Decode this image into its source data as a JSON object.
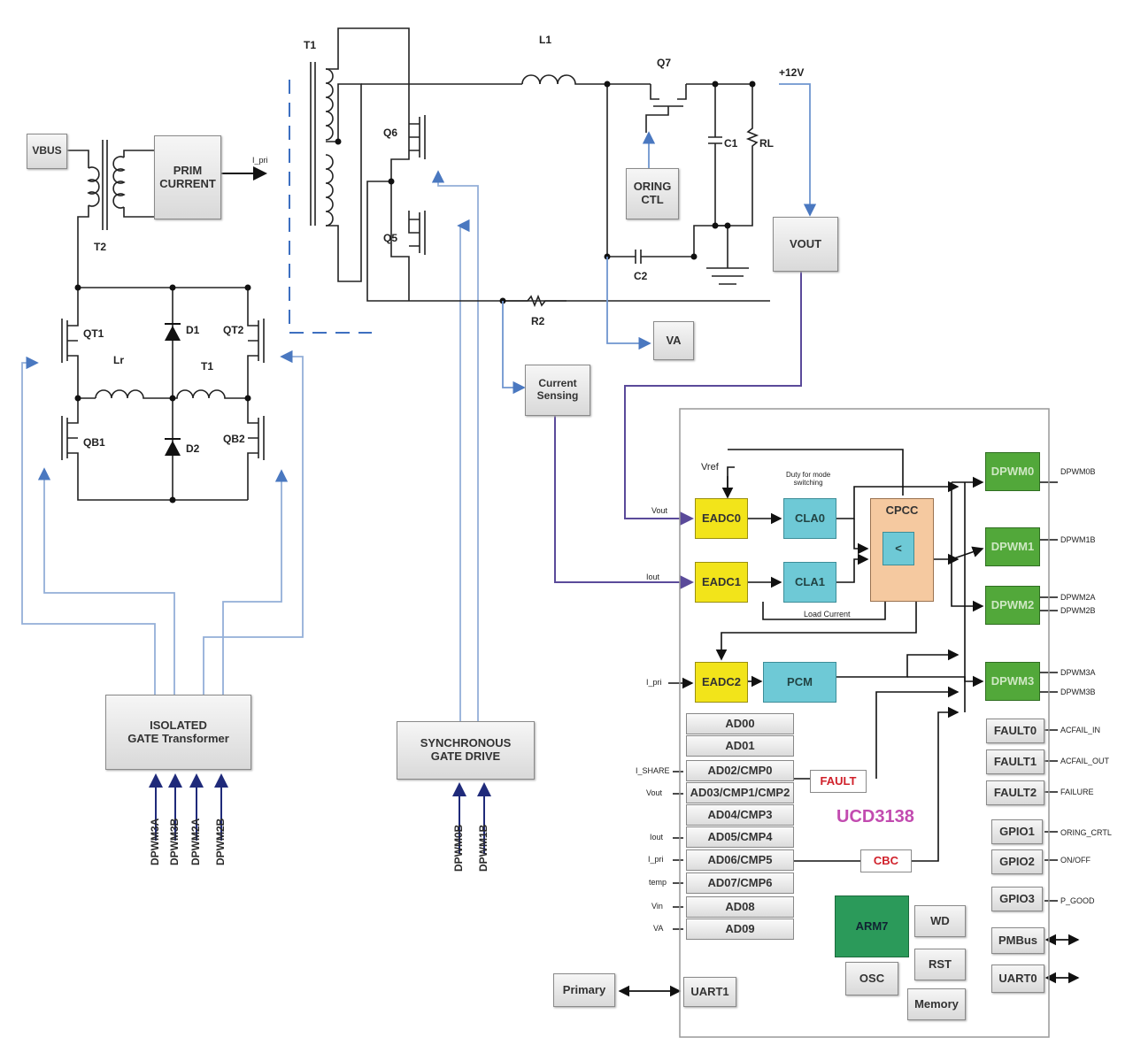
{
  "isolated_gate": {
    "label": "ISOLATED\nGATE Transformer",
    "inputs": [
      "DPWM3A",
      "DPWM3B",
      "DPWM2A",
      "DPWM2B"
    ]
  },
  "sync_gate": {
    "label": "SYNCHRONOUS\nGATE DRIVE",
    "inputs": [
      "DPWM0B",
      "DPWM1B"
    ]
  },
  "vbus": "VBUS",
  "prim_current": "PRIM\nCURRENT",
  "i_pri_arrow": "I_pri",
  "oring_ctl": "ORING\nCTL",
  "vout_block": "VOUT",
  "va_block": "VA",
  "current_sensing": "Current\nSensing",
  "primary": "Primary",
  "components": {
    "T1_top": "T1",
    "T2": "T2",
    "L1": "L1",
    "Q7": "Q7",
    "plus12v": "+12V",
    "C1": "C1",
    "RL": "RL",
    "C2": "C2",
    "R2": "R2",
    "Q6": "Q6",
    "Q5": "Q5",
    "QT1": "QT1",
    "QT2": "QT2",
    "QB1": "QB1",
    "QB2": "QB2",
    "D1": "D1",
    "D2": "D2",
    "Lr": "Lr",
    "T1_mid": "T1"
  },
  "controller": {
    "name": "UCD3138",
    "vref": "Vref",
    "duty_note": "Duty for mode\nswitching",
    "load_current": "Load Current",
    "cpcc": "CPCC",
    "cpcc_inner": "<",
    "eadc0": "EADC0",
    "eadc1": "EADC1",
    "eadc2": "EADC2",
    "cla0": "CLA0",
    "cla1": "CLA1",
    "pcm": "PCM",
    "in_vout": "Vout",
    "in_iout": "Iout",
    "in_ipri": "I_pri",
    "dpwm": [
      "DPWM0",
      "DPWM1",
      "DPWM2",
      "DPWM3"
    ],
    "dpwm_out": {
      "d0": "DPWM0B",
      "d1": "DPWM1B",
      "d2a": "DPWM2A",
      "d2b": "DPWM2B",
      "d3a": "DPWM3A",
      "d3b": "DPWM3B"
    },
    "adc": [
      "AD00",
      "AD01",
      "AD02/CMP0",
      "AD03/CMP1/CMP2",
      "AD04/CMP3",
      "AD05/CMP4",
      "AD06/CMP5",
      "AD07/CMP6",
      "AD08",
      "AD09"
    ],
    "adc_inputs": [
      "",
      "",
      "I_SHARE",
      "Vout",
      "",
      "Iout",
      "I_pri",
      "temp",
      "Vin",
      "VA"
    ],
    "fault": "FAULT",
    "cbc": "CBC",
    "faults": [
      "FAULT0",
      "FAULT1",
      "FAULT2"
    ],
    "fault_out": [
      "ACFAIL_IN",
      "ACFAIL_OUT",
      "FAILURE"
    ],
    "gpios": [
      "GPIO1",
      "GPIO2",
      "GPIO3"
    ],
    "gpio_out": [
      "ORING_CRTL",
      "ON/OFF",
      "P_GOOD"
    ],
    "arm7": "ARM7",
    "wd": "WD",
    "rst": "RST",
    "osc": "OSC",
    "memory": "Memory",
    "pmbus": "PMBus",
    "uart0": "UART0",
    "uart1": "UART1"
  }
}
